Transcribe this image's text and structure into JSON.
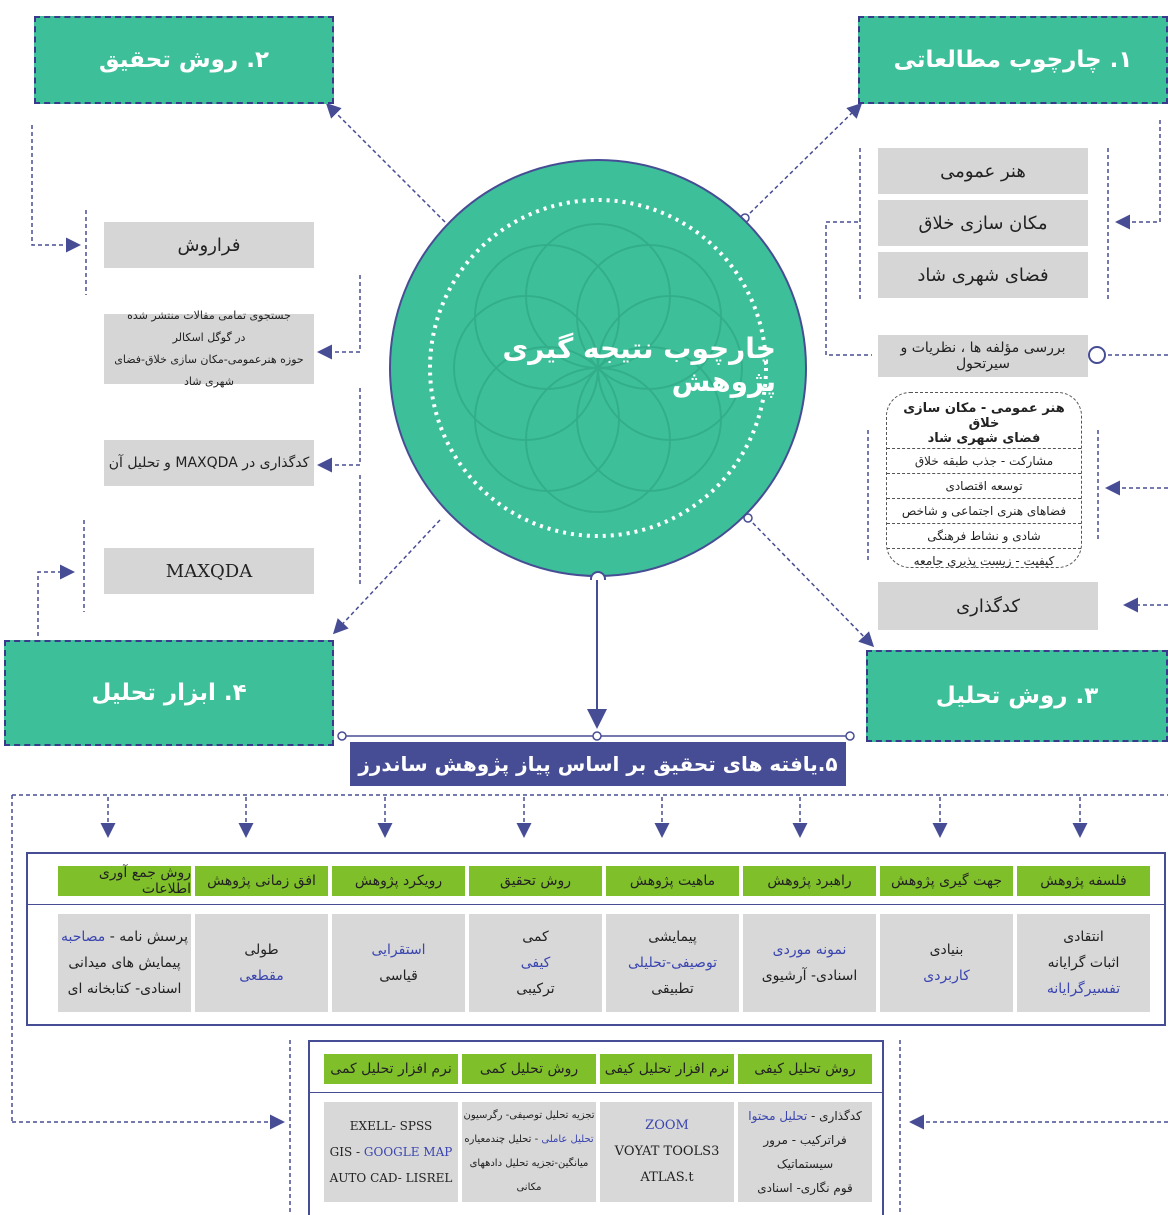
{
  "center": {
    "title": "چارچوب نتیجه گیری پژوهش"
  },
  "box1": {
    "title": "۱. چارچوب مطالعاتی",
    "items": [
      "هنر عمومی",
      "مکان سازی خلاق",
      "فضای شهری شاد"
    ],
    "review": "بررسی مؤلفه ها ، نظریات و سیرتحول"
  },
  "box2": {
    "title": "۲. روش تحقیق",
    "item1": "فراروش",
    "item2": {
      "line1": "جستجوی تمامی مقالات منتشر شده",
      "line2": "در گوگل اسکالر",
      "line3": "حوزه هنرعمومی-مکان سازی خلاق-فضای شهری شاد"
    },
    "item3": "کدگذاری در MAXQDA و تحلیل آن"
  },
  "box3": {
    "title": "۳. روش تحلیل",
    "coding": "کدگذاری"
  },
  "box4": {
    "title": "۴. ابزار تحلیل",
    "tool": "MAXQDA"
  },
  "components": {
    "head1": "هنر عمومی - مکان سازی خلاق",
    "head2": "فضای شهری شاد",
    "items": [
      "مشارکت - جذب طبقه خلاق",
      "توسعه اقتصادی",
      "فضاهای هنری اجتماعی و شاخص",
      "شادی و نشاط فرهنگی",
      "کیفیت - زیست پذیری جامعه"
    ]
  },
  "findings": {
    "title": "۵.یافته های تحقیق بر اساس پیاز پژوهش ساندرز"
  },
  "onion": {
    "headers": [
      "فلسفه پژوهش",
      "جهت گیری پژوهش",
      "راهبرد پژوهش",
      "ماهیت پژوهش",
      "روش تحقیق",
      "رویکرد پژوهش",
      "افق زمانی پژوهش",
      "روش جمع آوری اطلاعات"
    ],
    "c1": [
      "انتقادی",
      "اثبات گرایانه",
      "تفسیرگرایانه"
    ],
    "c2": [
      "بنیادی",
      "کاربردی"
    ],
    "c3": [
      "نمونه موردی",
      "اسنادی- آرشیوی"
    ],
    "c4": [
      "پیمایشی",
      "توصیفی-تحلیلی",
      "تطبیقی"
    ],
    "c5": [
      "کمی",
      "کیفی",
      "ترکیبی"
    ],
    "c6": [
      "استقرایی",
      "قیاسی"
    ],
    "c7": [
      "طولی",
      "مقطعی"
    ],
    "c8": {
      "l1a": "پرسش نامه - ",
      "l1b": "مصاحبه",
      "l2": "پیمایش های میدانی",
      "l3": "اسنادی- کتابخانه ای"
    }
  },
  "analysis": {
    "headers": [
      "روش تحلیل کیفی",
      "نرم افزار تحلیل کیفی",
      "روش تحلیل کمی",
      "نرم افزار تحلیل کمی"
    ],
    "q1": {
      "l1a": "کدگذاری - ",
      "l1b": "تحلیل محتوا",
      "l2": "فراترکیب - مرور سیستماتیک",
      "l3": "قوم نگاری- اسنادی"
    },
    "q2": [
      "ZOOM",
      "VOYAT TOOLS3",
      "ATLAS.t"
    ],
    "q3": {
      "l1": "تجزیه تحلیل توصیفی- رگرسیون",
      "l2a": "تحلیل عاملی",
      "l2b": " - تحلیل چندمعیاره",
      "l3": "میانگین-تجزیه تحلیل دادههای مکانی"
    },
    "q4": {
      "l1": "EXELL- SPSS",
      "l2a": "GIS - ",
      "l2b": "GOOGLE MAP",
      "l3": "AUTO CAD- LISREL"
    }
  },
  "colors": {
    "teal": "#3dbf9a",
    "navy": "#474d94",
    "green": "#7fbf2a",
    "gray": "#d6d6d6",
    "accent_blue": "#3a45b0"
  }
}
